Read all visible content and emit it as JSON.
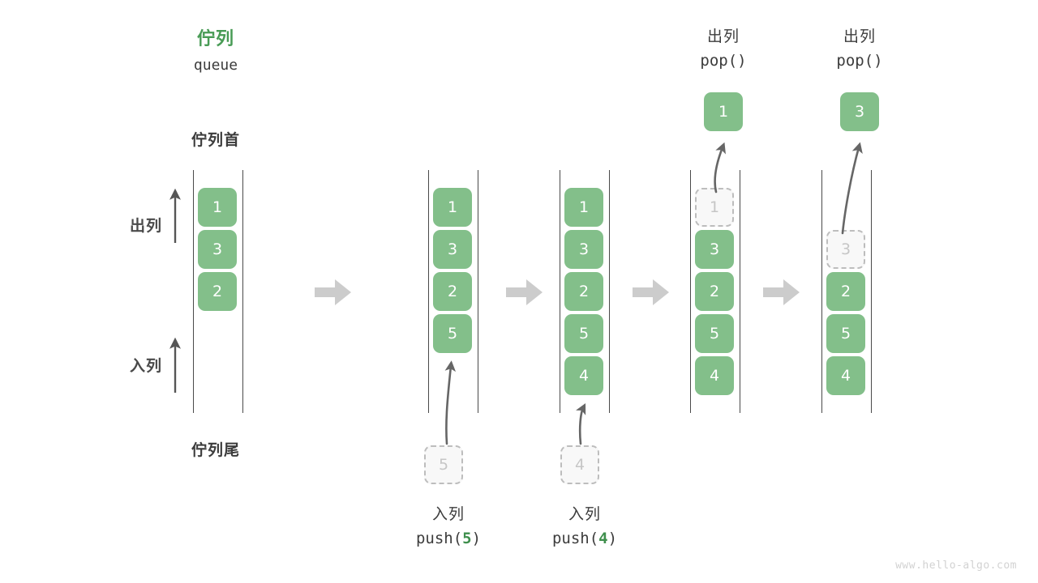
{
  "title": {
    "cn": "佇列",
    "en": "queue"
  },
  "labels": {
    "head": "佇列首",
    "tail": "佇列尾",
    "dequeue": "出列",
    "enqueue": "入列"
  },
  "watermark": "www.hello-algo.com",
  "colors": {
    "accent_green": "#83bf8a",
    "title_green": "#489b55",
    "code_arg_green": "#3f8f4d",
    "ghost_fill": "#f8f8f8",
    "ghost_border": "#bdbdbd",
    "rail": "#4a4a4a",
    "step_arrow": "#cccccc",
    "text": "#3c3c3c",
    "watermark": "#d2d2d2"
  },
  "stages": [
    {
      "id": "initial",
      "cells": [
        "1",
        "3",
        "2"
      ],
      "ghost_top": null,
      "ghost_bottom": null,
      "popped": null,
      "caption_cn": null,
      "caption_code": null
    },
    {
      "id": "push-5",
      "cells": [
        "1",
        "3",
        "2",
        "5"
      ],
      "ghost_top": null,
      "ghost_bottom": "5",
      "popped": null,
      "caption_cn": "入列",
      "caption_code_prefix": "push(",
      "caption_code_arg": "5",
      "caption_code_suffix": ")"
    },
    {
      "id": "push-4",
      "cells": [
        "1",
        "3",
        "2",
        "5",
        "4"
      ],
      "ghost_top": null,
      "ghost_bottom": "4",
      "popped": null,
      "caption_cn": "入列",
      "caption_code_prefix": "push(",
      "caption_code_arg": "4",
      "caption_code_suffix": ")"
    },
    {
      "id": "pop-1",
      "cells": [
        "3",
        "2",
        "5",
        "4"
      ],
      "ghost_top": "1",
      "ghost_bottom": null,
      "popped": "1",
      "caption_cn": "出列",
      "caption_code_prefix": "pop(",
      "caption_code_arg": "",
      "caption_code_suffix": ")"
    },
    {
      "id": "pop-3",
      "cells": [
        "2",
        "5",
        "4"
      ],
      "ghost_top": "3",
      "ghost_bottom": null,
      "popped": "3",
      "caption_cn": "出列",
      "caption_code_prefix": "pop(",
      "caption_code_arg": "",
      "caption_code_suffix": ")"
    }
  ]
}
